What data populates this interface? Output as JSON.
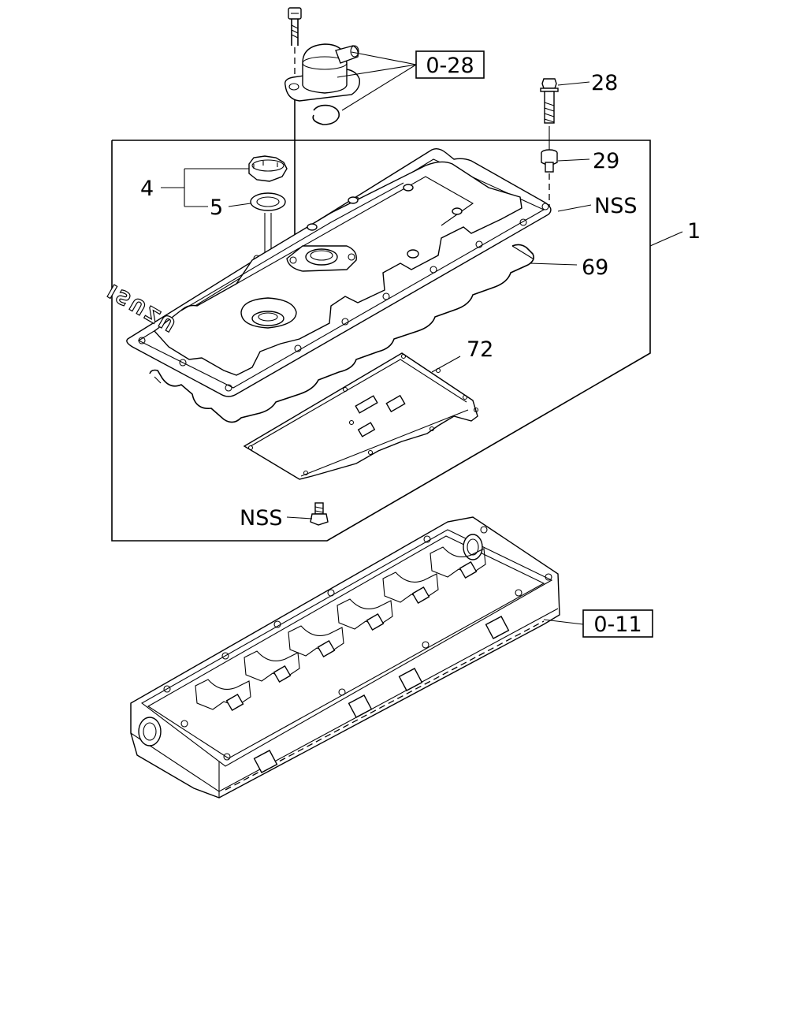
{
  "callouts": {
    "ref_breather": "0-28",
    "ref_head": "0-11",
    "bolt": "28",
    "grommet": "29",
    "nss_top": "NSS",
    "assembly": "1",
    "cap": "4",
    "seal": "5",
    "gasket": "69",
    "plate": "72",
    "nss_bottom": "NSS"
  },
  "logo_text": "ISUZU"
}
